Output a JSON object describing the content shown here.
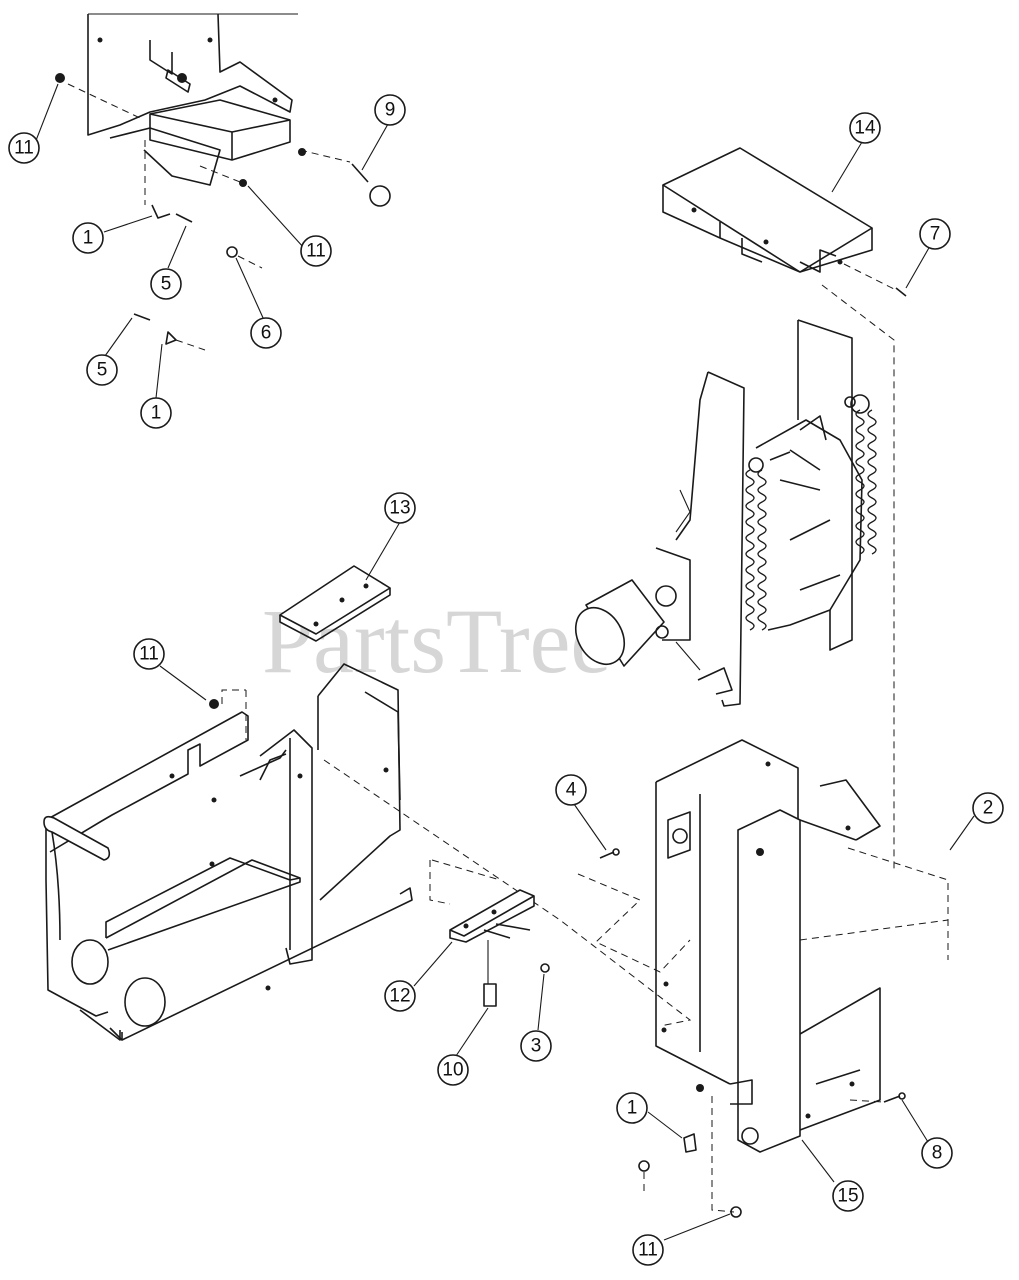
{
  "watermark": {
    "text": "PartsTree"
  },
  "callouts": [
    {
      "label": "11"
    },
    {
      "label": "9"
    },
    {
      "label": "1"
    },
    {
      "label": "5"
    },
    {
      "label": "11"
    },
    {
      "label": "6"
    },
    {
      "label": "5"
    },
    {
      "label": "1"
    },
    {
      "label": "14"
    },
    {
      "label": "7"
    },
    {
      "label": "13"
    },
    {
      "label": "11"
    },
    {
      "label": "4"
    },
    {
      "label": "2"
    },
    {
      "label": "12"
    },
    {
      "label": "3"
    },
    {
      "label": "10"
    },
    {
      "label": "1"
    },
    {
      "label": "8"
    },
    {
      "label": "15"
    },
    {
      "label": "11"
    }
  ]
}
